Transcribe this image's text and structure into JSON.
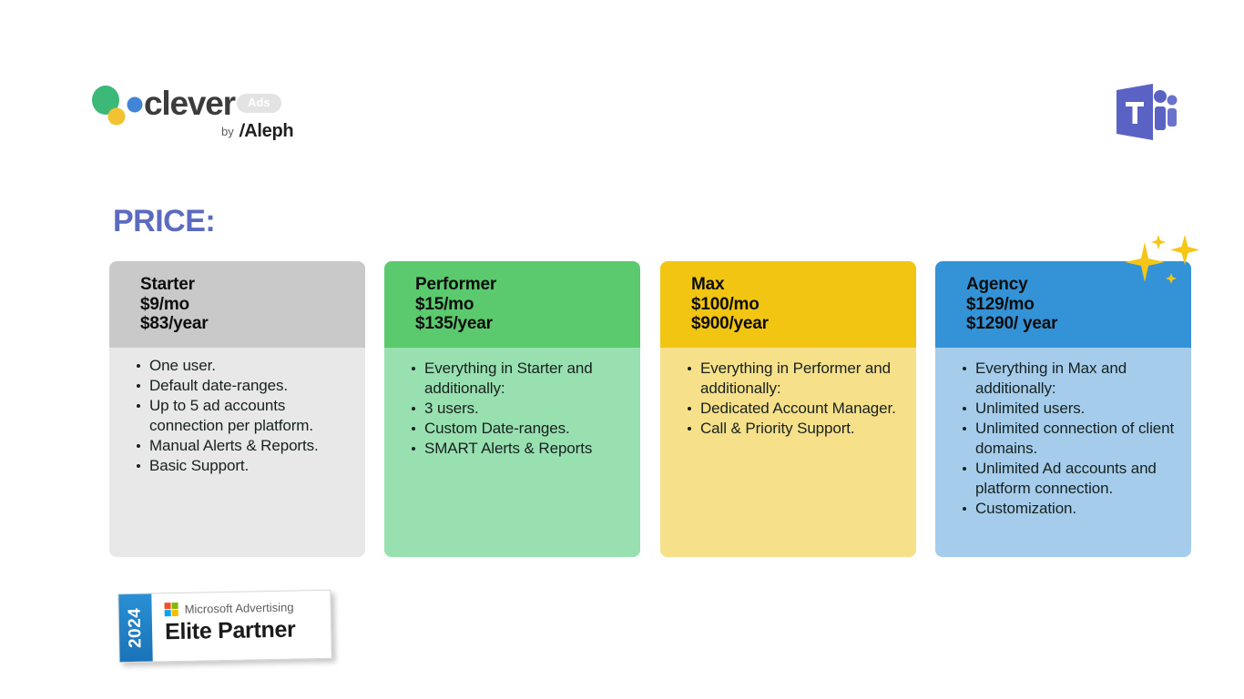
{
  "brand": {
    "wordmark": "clever",
    "badge": "Ads",
    "by_label": "by",
    "parent": "Aleph",
    "mark_colors": {
      "green": "#3cb878",
      "yellow": "#f2c230",
      "blue": "#4285d6"
    }
  },
  "teams_logo": {
    "name": "microsoft-teams-logo",
    "letter": "T",
    "color": "#5a62c3"
  },
  "title": "PRICE:",
  "title_color": "#5a6bc0",
  "plans": [
    {
      "name": "Starter",
      "price_monthly": "$9/mo",
      "price_yearly": "$83/year",
      "header_color": "#c9c9c9",
      "body_color": "#e8e8e8",
      "features": [
        "One user.",
        "Default date-ranges.",
        "Up to 5 ad accounts connection per platform.",
        "Manual Alerts & Reports.",
        "Basic Support."
      ]
    },
    {
      "name": "Performer",
      "price_monthly": "$15/mo",
      "price_yearly": "$135/year",
      "header_color": "#5bc96d",
      "body_color": "#99e0b0",
      "features": [
        "Everything in Starter and additionally:",
        "3 users.",
        "Custom Date-ranges.",
        "SMART Alerts & Reports"
      ]
    },
    {
      "name": "Max",
      "price_monthly": "$100/mo",
      "price_yearly": "$900/year",
      "header_color": "#f2c512",
      "body_color": "#f7e08a",
      "features": [
        "Everything in Performer and additionally:",
        "Dedicated Account Manager.",
        "Call & Priority Support."
      ]
    },
    {
      "name": "Agency",
      "price_monthly": "$129/mo",
      "price_yearly": "$1290/ year",
      "header_color": "#3492d6",
      "body_color": "#a5cdeb",
      "features": [
        "Everything in Max and additionally:",
        "Unlimited users.",
        "Unlimited connection of client domains.",
        "Unlimited Ad accounts and platform connection.",
        "Customization."
      ]
    }
  ],
  "sparkles": {
    "name": "sparkle-decoration",
    "color": "#f5c518",
    "count": 4
  },
  "partner_badge": {
    "year": "2024",
    "program": "Microsoft Advertising",
    "tier": "Elite Partner"
  }
}
